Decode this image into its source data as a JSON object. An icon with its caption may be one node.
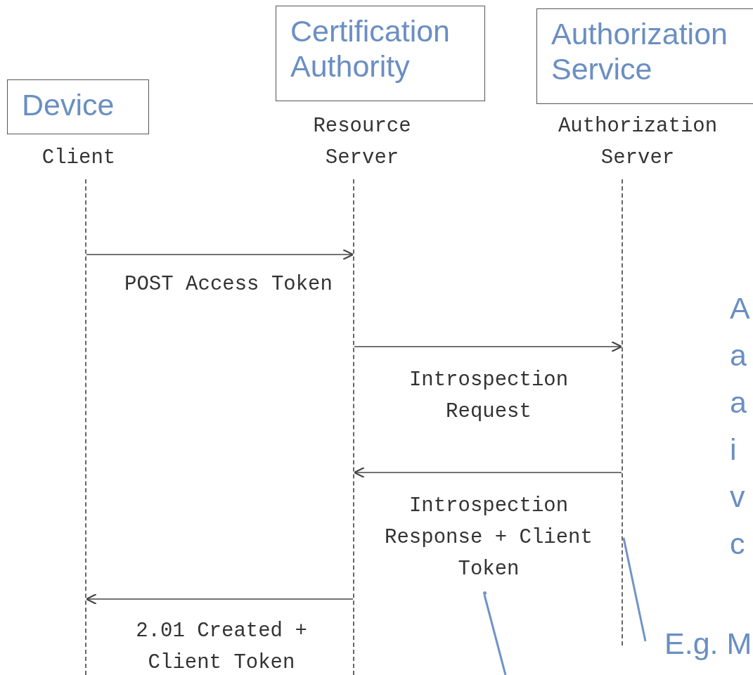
{
  "diagram": {
    "nodes": [
      {
        "text": [
          "Device"
        ]
      },
      {
        "text": [
          "Certification Authority"
        ]
      },
      {
        "text": [
          "Authorization Service"
        ]
      },
      {
        "text": [
          "Client"
        ]
      },
      {
        "text": [
          "Resource Server"
        ]
      },
      {
        "text": [
          "Authorization Server"
        ]
      },
      {
        "text": [],
        "shape": "line"
      },
      {
        "text": [],
        "shape": "line"
      },
      {
        "text": [],
        "shape": "line"
      },
      {
        "text": [
          "E.g. M"
        ]
      },
      {
        "text": [],
        "shape": "point"
      }
    ],
    "edges": [
      {
        "from": 6,
        "to": 7,
        "arrow": "to",
        "label": "POST Access Token"
      },
      {
        "from": 7,
        "to": 8,
        "arrow": "to",
        "label": "Introspection Request"
      },
      {
        "from": 8,
        "to": 7,
        "arrow": "to",
        "label": "Introspection Response + Client Token"
      },
      {
        "from": 7,
        "to": 6,
        "arrow": "to",
        "label": "2.01 Created + Client Token"
      },
      {
        "from": 9,
        "to": 8,
        "arrow": "none",
        "color": "#6f94c4"
      },
      {
        "from": null,
        "to": 10,
        "arrow": "none",
        "color": "#6f94c4"
      }
    ],
    "labels": [
      "A a a i v c"
    ]
  }
}
